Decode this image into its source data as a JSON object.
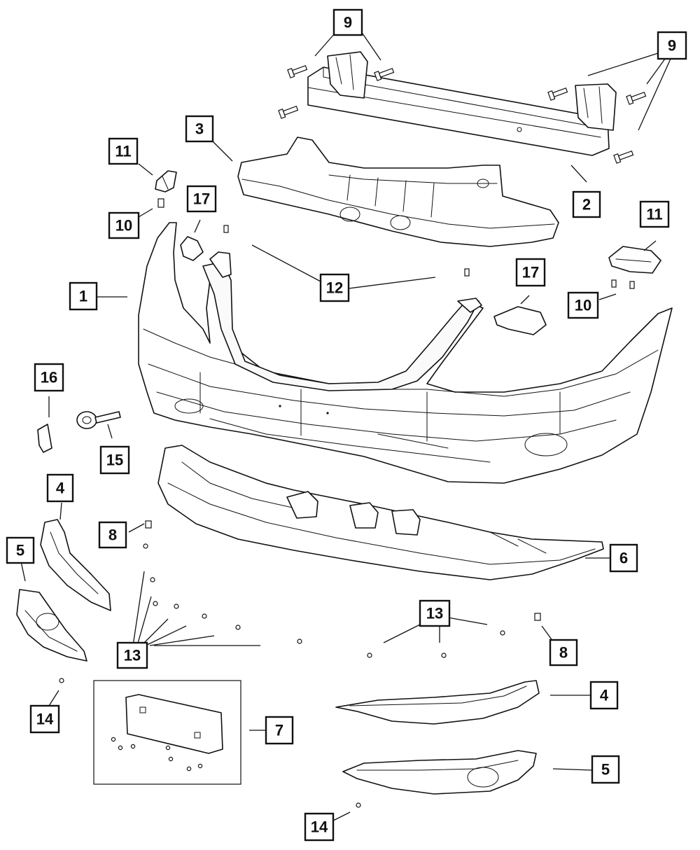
{
  "callouts": [
    {
      "id": "c9a",
      "label": "9"
    },
    {
      "id": "c9b",
      "label": "9"
    },
    {
      "id": "c3",
      "label": "3"
    },
    {
      "id": "c2",
      "label": "2"
    },
    {
      "id": "c11a",
      "label": "11"
    },
    {
      "id": "c10a",
      "label": "10"
    },
    {
      "id": "c17a",
      "label": "17"
    },
    {
      "id": "c11b",
      "label": "11"
    },
    {
      "id": "c12",
      "label": "12"
    },
    {
      "id": "c1",
      "label": "1"
    },
    {
      "id": "c17b",
      "label": "17"
    },
    {
      "id": "c10b",
      "label": "10"
    },
    {
      "id": "c16",
      "label": "16"
    },
    {
      "id": "c15",
      "label": "15"
    },
    {
      "id": "c4a",
      "label": "4"
    },
    {
      "id": "c8a",
      "label": "8"
    },
    {
      "id": "c6",
      "label": "6"
    },
    {
      "id": "c5a",
      "label": "5"
    },
    {
      "id": "c13a",
      "label": "13"
    },
    {
      "id": "c13b",
      "label": "13"
    },
    {
      "id": "c8b",
      "label": "8"
    },
    {
      "id": "c4b",
      "label": "4"
    },
    {
      "id": "c14a",
      "label": "14"
    },
    {
      "id": "c7",
      "label": "7"
    },
    {
      "id": "c5b",
      "label": "5"
    },
    {
      "id": "c14b",
      "label": "14"
    }
  ]
}
